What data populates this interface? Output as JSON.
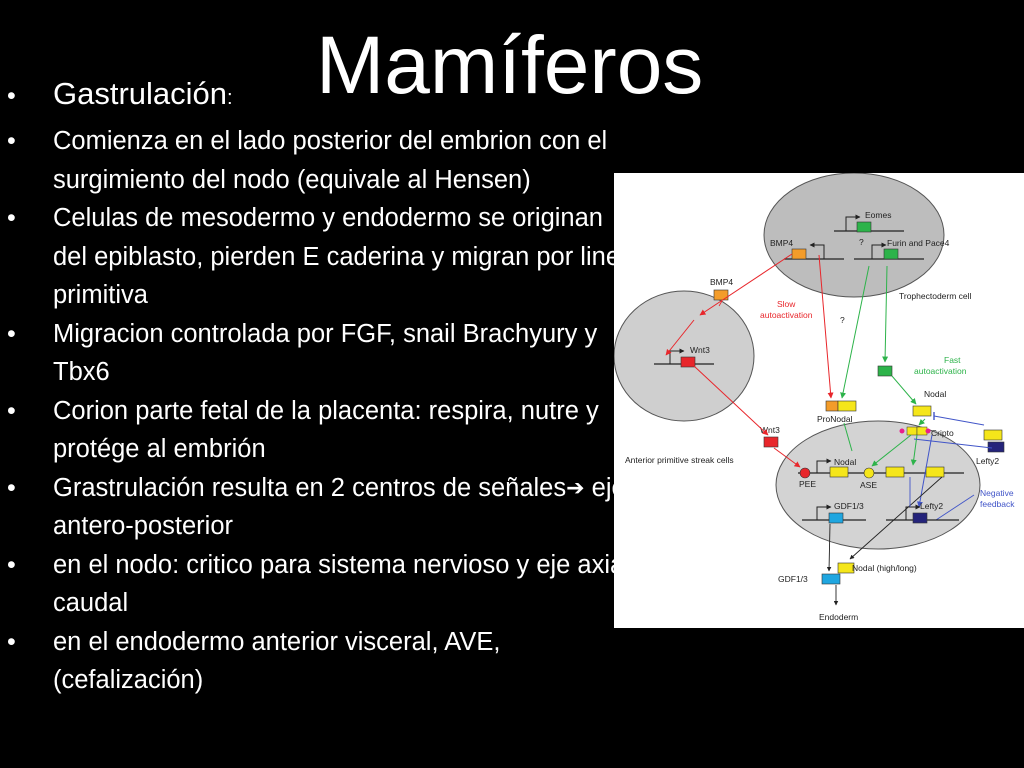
{
  "slide": {
    "title": "Mamíferos",
    "bullets": [
      {
        "text": "Gastrulación",
        "suffix": ":"
      },
      {
        "text": "Comienza en el lado posterior del embrion con el surgimiento del nodo (equivale al Hensen)"
      },
      {
        "text": "Celulas de mesodermo y endodermo se originan del epiblasto, pierden E caderina y migran por linea primitiva"
      },
      {
        "text": "Migracion controlada por FGF, snail Brachyury y Tbx6"
      },
      {
        "text": "Corion parte fetal de la placenta: respira, nutre y protége al embrión"
      },
      {
        "text_before": "Grastrulación resulta en 2 centros de señales",
        "arrow": "➔",
        "text_after": " eje antero-posterior"
      },
      {
        "text": "en el nodo: critico para sistema nervioso y eje axial caudal"
      },
      {
        "text": "en el endodermo anterior visceral, AVE,(cefalización)"
      }
    ],
    "bullet_symbol": "•"
  },
  "diagram": {
    "labels": {
      "eomes": "Eomes",
      "bmp4_inner": "BMP4",
      "question1": "?",
      "furin": "Furin and Pace4",
      "trophectoderm": "Trophectoderm cell",
      "bmp4_outer": "BMP4",
      "slow1": "Slow",
      "slow2": "autoactivation",
      "question2": "?",
      "wnt3_inner": "Wnt3",
      "fast1": "Fast",
      "fast2": "autoactivation",
      "nodal_top": "Nodal",
      "pronodal": "ProNodal",
      "wnt3_outer": "Wnt3",
      "cripto": "Cripto",
      "lefty2_outer": "Lefty2",
      "anterior": "Anterior primitive streak cells",
      "nodal_gene": "Nodal",
      "pee": "PEE",
      "ase": "ASE",
      "negative1": "Negative",
      "negative2": "feedback",
      "gdf_inner": "GDF1/3",
      "lefty2_inner": "Lefty2",
      "nodal_high": "Nodal (high/long)",
      "gdf_outer": "GDF1/3",
      "endoderm": "Endoderm"
    },
    "colors": {
      "green": "#2db34a",
      "orange": "#f39c2a",
      "red": "#e8262b",
      "yellow": "#f5e61a",
      "navy": "#24237a",
      "cyan": "#1fa6e0",
      "cell_fill": "#bdbdbd",
      "cell_fill_light": "#d3d3d3"
    }
  }
}
